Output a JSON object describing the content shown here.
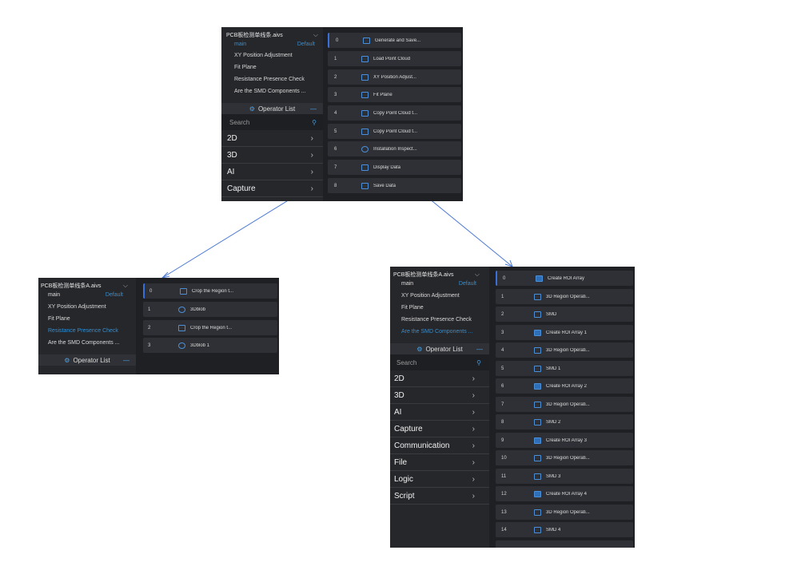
{
  "panel_a": {
    "file_name": "PCB板检测单线条.aivs",
    "main_label": "main",
    "default_label": "Default",
    "tree": [
      "XY Position Adjustment",
      "Fit Plane",
      "Resistance Presence Check",
      "Are the SMD Components ..."
    ],
    "operator_list_label": "Operator List",
    "search_placeholder": "Search",
    "categories": [
      "2D",
      "3D",
      "AI",
      "Capture"
    ],
    "nodes": [
      {
        "num": "0",
        "label": "Generate and Save..."
      },
      {
        "num": "1",
        "label": "Load Point Cloud"
      },
      {
        "num": "2",
        "label": "XY Position Adjust..."
      },
      {
        "num": "3",
        "label": "Fit Plane"
      },
      {
        "num": "4",
        "label": "Copy Point Cloud t..."
      },
      {
        "num": "5",
        "label": "Copy Point Cloud t..."
      },
      {
        "num": "6",
        "label": "Installation Inspect..."
      },
      {
        "num": "7",
        "label": "Display Data"
      },
      {
        "num": "8",
        "label": "Save Data"
      }
    ]
  },
  "panel_b": {
    "file_name": "PCB板检测单线条A.aivs",
    "main_label": "main",
    "default_label": "Default",
    "tree": [
      "XY Position Adjustment",
      "Fit Plane",
      "Resistance Presence Check",
      "Are the SMD Components ..."
    ],
    "operator_list_label": "Operator List",
    "nodes": [
      {
        "num": "0",
        "label": "Crop the Region t..."
      },
      {
        "num": "1",
        "label": "3Dblob"
      },
      {
        "num": "2",
        "label": "Crop the Region t..."
      },
      {
        "num": "3",
        "label": "3Dblob 1"
      }
    ]
  },
  "panel_c": {
    "file_name": "PCB板检测单线条A.aivs",
    "main_label": "main",
    "default_label": "Default",
    "tree": [
      "XY Position Adjustment",
      "Fit Plane",
      "Resistance Presence Check",
      "Are the SMD Components ..."
    ],
    "operator_list_label": "Operator List",
    "search_placeholder": "Search",
    "categories": [
      "2D",
      "3D",
      "AI",
      "Capture",
      "Communication",
      "File",
      "Logic",
      "Script"
    ],
    "nodes": [
      {
        "num": "0",
        "label": "Create ROI Array"
      },
      {
        "num": "1",
        "label": "3D Region Operati..."
      },
      {
        "num": "2",
        "label": "SMD"
      },
      {
        "num": "3",
        "label": "Create ROI Array 1"
      },
      {
        "num": "4",
        "label": "3D Region Operati..."
      },
      {
        "num": "5",
        "label": "SMD 1"
      },
      {
        "num": "6",
        "label": "Create ROI Array 2"
      },
      {
        "num": "7",
        "label": "3D Region Operati..."
      },
      {
        "num": "8",
        "label": "SMD 2"
      },
      {
        "num": "9",
        "label": "Create ROI Array 3"
      },
      {
        "num": "10",
        "label": "3D Region Operati..."
      },
      {
        "num": "11",
        "label": "SMD 3"
      },
      {
        "num": "12",
        "label": "Create ROI Array 4"
      },
      {
        "num": "13",
        "label": "3D Region Operati..."
      },
      {
        "num": "14",
        "label": "SMD 4"
      }
    ]
  },
  "colors": {
    "accent": "#2e8fd6",
    "arrow": "#4a78d6",
    "background": "#1f2024",
    "sidebar": "#26272b",
    "node": "#2f3035"
  }
}
